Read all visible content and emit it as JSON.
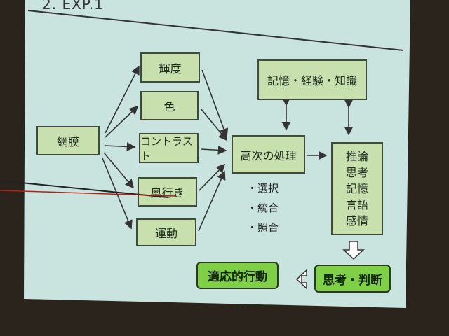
{
  "slide": {
    "title": "2.  EXP.1",
    "retina": "網膜",
    "features": [
      "輝度",
      "色",
      "コントラスト",
      "奥行き",
      "運動"
    ],
    "higher": "高次の処理",
    "memory": "記憶・経験・知識",
    "functions": [
      "推論",
      "思考",
      "記憶",
      "言語",
      "感情"
    ],
    "bullets": [
      "・選択",
      "・統合",
      "・照合"
    ],
    "judgement": "思考・判断",
    "behavior": "適応的行動"
  }
}
